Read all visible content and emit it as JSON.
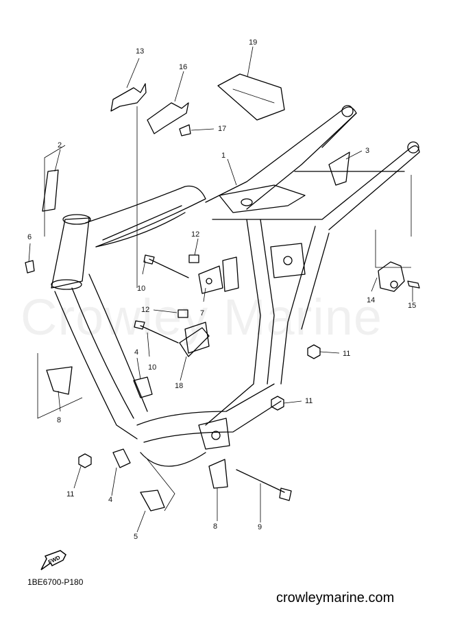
{
  "watermark_text": "Crowley Marine",
  "diagram_code": "1BE6700-P180",
  "footer_site": "crowleymarine.com",
  "fwd_label": "FWD",
  "callouts": [
    {
      "id": "c-13",
      "text": "13"
    },
    {
      "id": "c-19",
      "text": "19"
    },
    {
      "id": "c-16",
      "text": "16"
    },
    {
      "id": "c-17",
      "text": "17"
    },
    {
      "id": "c-2",
      "text": "2"
    },
    {
      "id": "c-3",
      "text": "3"
    },
    {
      "id": "c-1",
      "text": "1"
    },
    {
      "id": "c-6",
      "text": "6"
    },
    {
      "id": "c-12a",
      "text": "12"
    },
    {
      "id": "c-10a",
      "text": "10"
    },
    {
      "id": "c-12b",
      "text": "12"
    },
    {
      "id": "c-7",
      "text": "7"
    },
    {
      "id": "c-14",
      "text": "14"
    },
    {
      "id": "c-15",
      "text": "15"
    },
    {
      "id": "c-4a",
      "text": "4"
    },
    {
      "id": "c-10b",
      "text": "10"
    },
    {
      "id": "c-11a",
      "text": "11"
    },
    {
      "id": "c-18",
      "text": "18"
    },
    {
      "id": "c-8a",
      "text": "8"
    },
    {
      "id": "c-11b",
      "text": "11"
    },
    {
      "id": "c-11c",
      "text": "11"
    },
    {
      "id": "c-4b",
      "text": "4"
    },
    {
      "id": "c-5",
      "text": "5"
    },
    {
      "id": "c-8b",
      "text": "8"
    },
    {
      "id": "c-9",
      "text": "9"
    }
  ]
}
